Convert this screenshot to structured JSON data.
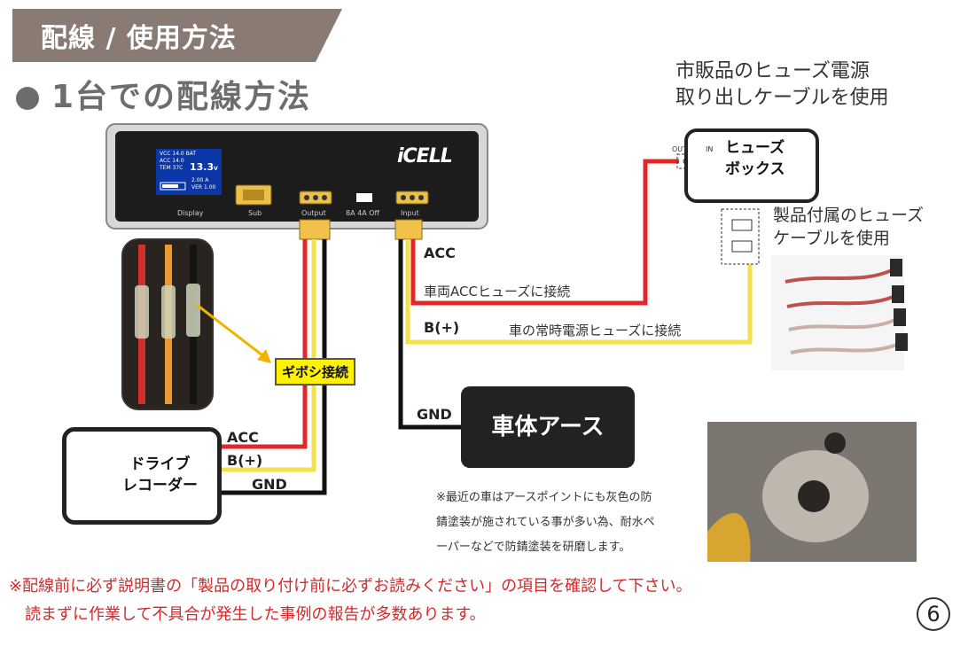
{
  "title_banner": "配線 / 使用方法",
  "heading": "1台での配線方法",
  "captions": {
    "fuse_power_line1": "市販品のヒューズ電源",
    "fuse_power_line2": "取り出しケーブルを使用",
    "included_cable_line1": "製品付属のヒューズ",
    "included_cable_line2": "ケーブルを使用"
  },
  "fuse_box": {
    "label_line1": "ヒューズ",
    "label_line2": "ボックス",
    "port_out": "OUT",
    "port_in": "IN"
  },
  "device": {
    "logo": "iCELL",
    "screen_lines": [
      "VCC 14.0 BAT",
      "ACC 14.0",
      "TEM 37C",
      "2.00 A",
      "VER 1.00"
    ],
    "screen_voltage": "13.3",
    "screen_unit": "V",
    "ports": {
      "display": "Display",
      "sub": "Sub",
      "output": "Output",
      "switch": "8A  4A  Off",
      "input": "Input"
    }
  },
  "wire_labels": {
    "acc_input": "ACC",
    "bplus_input": "B(+)",
    "gnd_input": "GND",
    "acc_recorder": "ACC",
    "bplus_recorder": "B(+)",
    "gnd_recorder": "GND"
  },
  "connection_notes": {
    "acc": "車両ACCヒューズに接続",
    "bplus": "車の常時電源ヒューズに接続"
  },
  "gibosi": "ギボシ接続",
  "recorder": {
    "line1": "ドライブ",
    "line2": "レコーダー"
  },
  "body_earth": "車体アース",
  "earth_note": [
    "※最近の車はアースポイントにも灰色の防",
    "錆塗装が施されている事が多い為、耐水ペ",
    "ーパーなどで防錆塗装を研磨します。"
  ],
  "warning": [
    "※配線前に必ず説明書の「製品の取り付け前に必ずお読みください」の項目を確認して下さい。",
    "　読まずに作業して不具合が発生した事例の報告が多数あります。"
  ],
  "page_number": "6",
  "colors": {
    "red_wire": "#e0282a",
    "yellow_wire": "#f5e04a",
    "black_wire": "#111111",
    "banner": "#8a7a74",
    "warning": "#d4282a"
  }
}
